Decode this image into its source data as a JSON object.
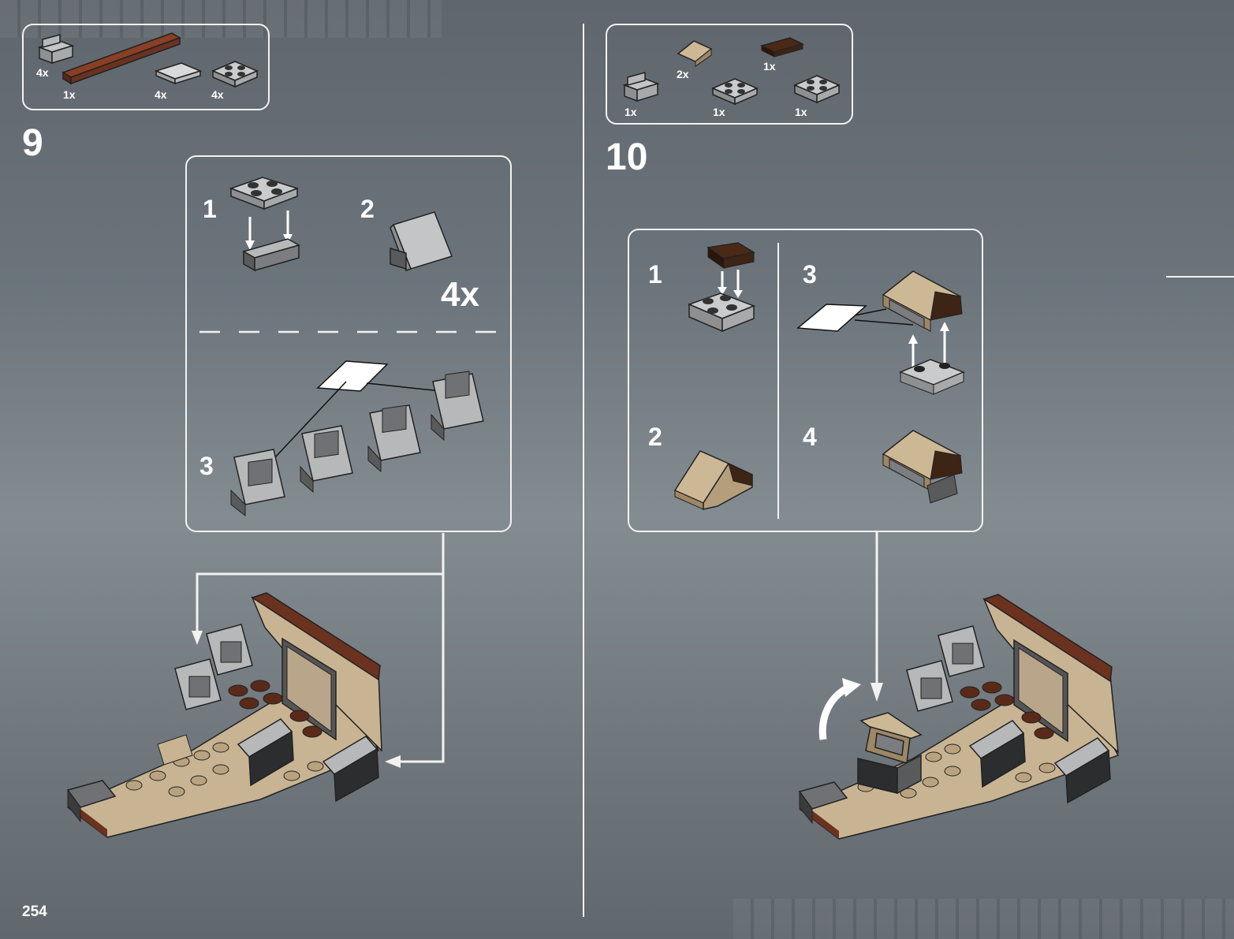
{
  "page": {
    "number": "254"
  },
  "step9": {
    "number": "9",
    "parts": [
      {
        "qty": "4x",
        "part": "grey-bracket"
      },
      {
        "qty": "1x",
        "part": "brown-plate-long"
      },
      {
        "qty": "4x",
        "part": "light-grey-tile"
      },
      {
        "qty": "4x",
        "part": "grey-plate-2x2"
      }
    ],
    "substeps": {
      "s1": "1",
      "s2": "2",
      "s3": "3"
    },
    "multiplier": "4x"
  },
  "step10": {
    "number": "10",
    "parts": [
      {
        "qty": "2x",
        "part": "tan-slope"
      },
      {
        "qty": "1x",
        "part": "dark-brown-tile"
      },
      {
        "qty": "1x",
        "part": "grey-bracket"
      },
      {
        "qty": "1x",
        "part": "grey-plate-2x2"
      },
      {
        "qty": "1x",
        "part": "grey-plate-2x2-jumper"
      }
    ],
    "substeps": {
      "s1": "1",
      "s2": "2",
      "s3": "3",
      "s4": "4"
    }
  },
  "colors": {
    "tan": "#c8b493",
    "brown": "#6b3220",
    "dark-brown": "#3e2414",
    "grey": "#a7a9ab",
    "dark-grey": "#585a5c",
    "line": "#f2f2f2"
  }
}
